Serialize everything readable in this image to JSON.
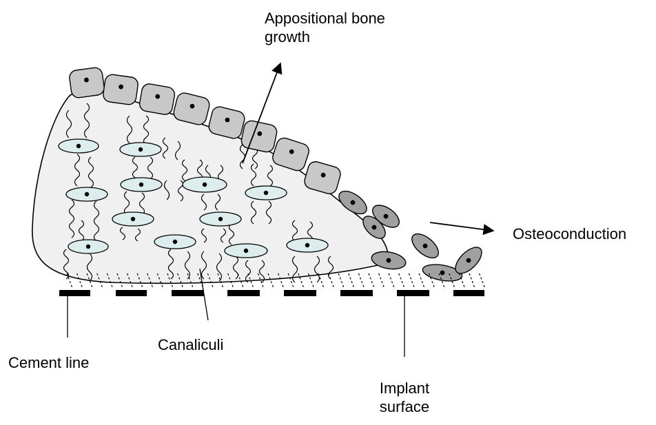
{
  "labels": {
    "appositional_line1": "Appositional bone",
    "appositional_line2": "growth",
    "osteoconduction": "Osteoconduction",
    "canaliculi": "Canaliculi",
    "cement_line": "Cement line",
    "implant_line1": "Implant",
    "implant_line2": "surface"
  },
  "colors": {
    "bone_matrix": "#f0f0f0",
    "lining_cell": "#c8c8c8",
    "osteoprogenitor_cell": "#a0a0a0",
    "osteocyte": "#ddecec",
    "ink": "#000000"
  }
}
